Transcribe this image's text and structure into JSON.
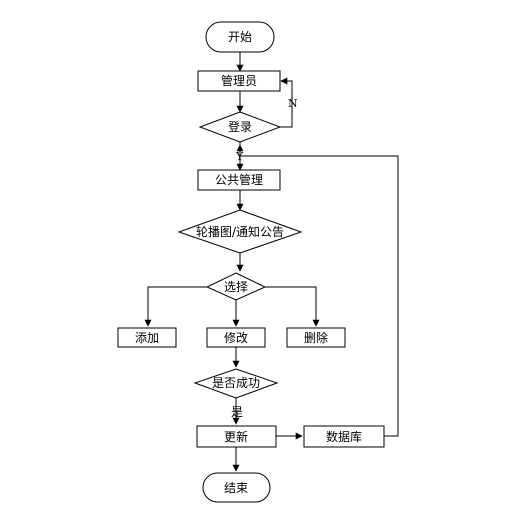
{
  "nodes": {
    "start": "开始",
    "admin": "管理员",
    "login": "登录",
    "public_manage": "公共管理",
    "carousel_notice": "轮播图/通知公告",
    "select": "选择",
    "add": "添加",
    "modify": "修改",
    "delete": "删除",
    "success": "是否成功",
    "update": "更新",
    "database": "数据库",
    "end": "结束"
  },
  "edge_labels": {
    "no": "N",
    "yes_login": "Y",
    "yes_success": "是"
  },
  "colors": {
    "stroke": "#000000",
    "fill": "#ffffff"
  }
}
